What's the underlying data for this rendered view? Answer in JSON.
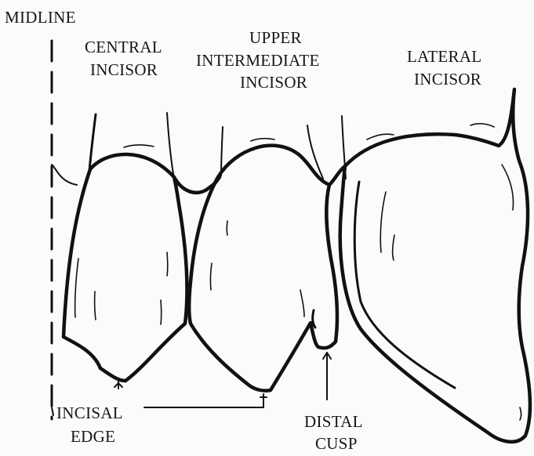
{
  "labels": {
    "midline": "MIDLINE",
    "central_incisor": [
      "CENTRAL",
      "INCISOR"
    ],
    "upper_intermediate_incisor": [
      "UPPER",
      "INTERMEDIATE",
      "INCISOR"
    ],
    "lateral_incisor": [
      "LATERAL",
      "INCISOR"
    ],
    "incisal_edge": [
      "INCISAL",
      "EDGE"
    ],
    "distal_cusp": [
      "DISTAL",
      "CUSP"
    ]
  },
  "colors": {
    "ink": "#111111",
    "paper": "#fbfbf9"
  }
}
